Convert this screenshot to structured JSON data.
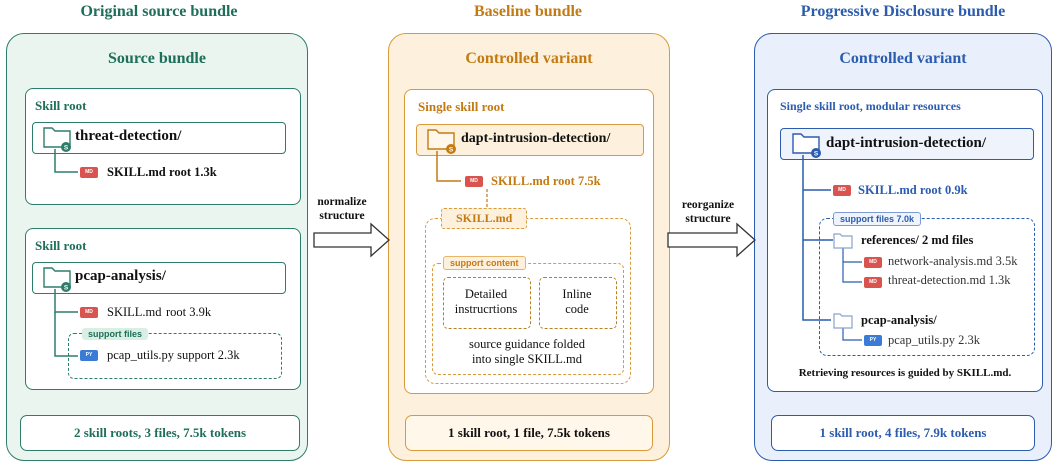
{
  "columns": {
    "left": "Original source bundle",
    "middle": "Baseline bundle",
    "right": "Progressive Disclosure bundle"
  },
  "colors": {
    "green": "#1e6e5a",
    "orange": "#c47a12",
    "blue": "#2b5cae",
    "md_badge": "#d9534f",
    "py_badge": "#3a7bd5"
  },
  "left": {
    "panel_title": "Source bundle",
    "root1": {
      "label": "Skill root",
      "folder": "threat-detection/",
      "file_name": "SKILL.md",
      "file_meta": "root 1.3k"
    },
    "root2": {
      "label": "Skill root",
      "folder": "pcap-analysis/",
      "file1_name": "SKILL.md",
      "file1_meta": "root 3.9k",
      "support_tag": "support files",
      "file2": "pcap_utils.py support 2.3k"
    },
    "summary": "2 skill roots, 3 files, 7.5k tokens"
  },
  "arrow1": {
    "line1": "normalize",
    "line2": "structure"
  },
  "middle": {
    "panel_title": "Controlled variant",
    "root_label": "Single skill root",
    "folder": "dapt-intrusion-detection/",
    "file": "SKILL.md root 7.5k",
    "skillmd_tag": "SKILL.md",
    "support_tag": "support content",
    "box1_line1": "Detailed",
    "box1_line2": "instrucrtions",
    "box2_line1": "Inline",
    "box2_line2": "code",
    "note_line1": "source guidance folded",
    "note_line2": "into single SKILL.md",
    "summary": "1 skill root, 1 file, 7.5k tokens"
  },
  "arrow2": {
    "line1": "reorganize",
    "line2": "structure"
  },
  "right": {
    "panel_title": "Controlled variant",
    "root_label": "Single skill root, modular resources",
    "folder": "dapt-intrusion-detection/",
    "file": "SKILL.md root 0.9k",
    "support_tag": "support files 7.0k",
    "ref_folder": "references/ 2 md files",
    "ref_file1": "network-analysis.md 3.5k",
    "ref_file2": "threat-detection.md 1.3k",
    "pcap_folder": "pcap-analysis/",
    "pcap_file": "pcap_utils.py 2.3k",
    "note": "Retrieving resources is guided by SKILL.md.",
    "summary": "1 skill root, 4 files, 7.9k tokens"
  },
  "badges": {
    "md": "MD",
    "py": "PY",
    "s": "S"
  }
}
